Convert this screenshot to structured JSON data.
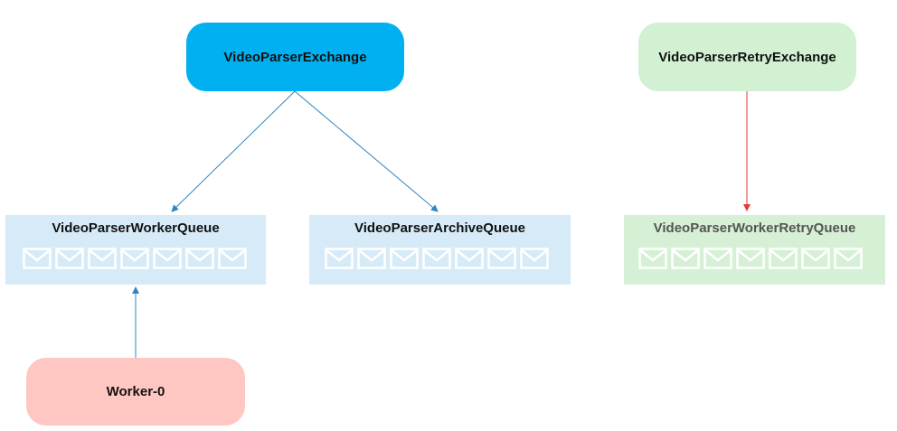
{
  "nodes": {
    "video_parser_exchange": "VideoParserExchange",
    "video_parser_retry_exchange": "VideoParserRetryExchange",
    "worker": "Worker-0"
  },
  "queues": {
    "worker_queue": "VideoParserWorkerQueue",
    "archive_queue": "VideoParserArchiveQueue",
    "worker_retry_queue": "VideoParserWorkerRetryQueue"
  },
  "colors": {
    "exchange": "#00B0F0",
    "retry_exchange": "#D2F0D2",
    "worker": "#FFC7C2",
    "queue": "#D6EBF7",
    "retry_queue": "#D6F0D6",
    "blue_arrow": "#2E86C1",
    "red_arrow": "#E03A3A"
  }
}
